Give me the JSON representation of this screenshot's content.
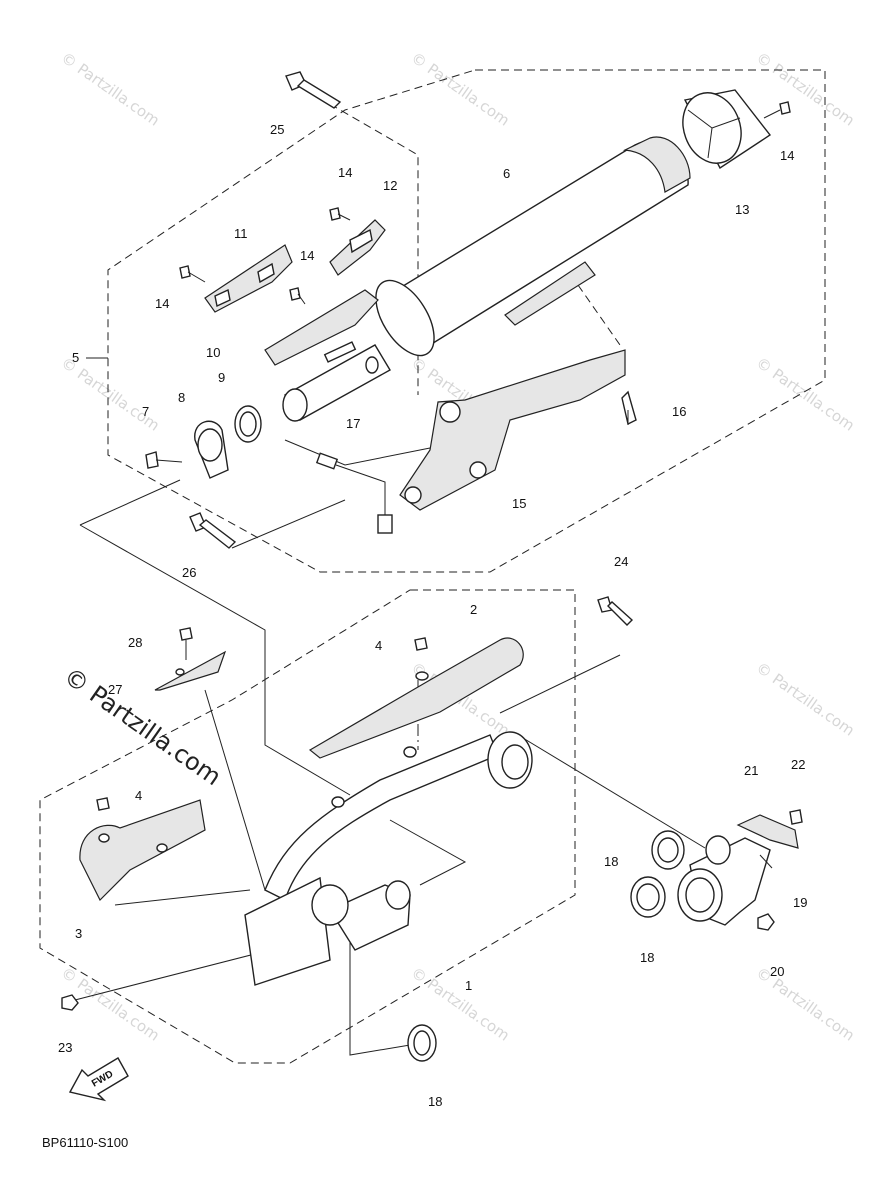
{
  "diagram": {
    "drawing_code": "BP61110-S100",
    "fwd_label": "FWD",
    "watermark_small": "© Partzilla.com",
    "watermark_main": "© Partzilla.com",
    "callouts": [
      {
        "id": "c1",
        "text": "1"
      },
      {
        "id": "c2",
        "text": "2"
      },
      {
        "id": "c3",
        "text": "3"
      },
      {
        "id": "c4a",
        "text": "4"
      },
      {
        "id": "c4b",
        "text": "4"
      },
      {
        "id": "c5",
        "text": "5"
      },
      {
        "id": "c6",
        "text": "6"
      },
      {
        "id": "c7",
        "text": "7"
      },
      {
        "id": "c8",
        "text": "8"
      },
      {
        "id": "c9",
        "text": "9"
      },
      {
        "id": "c10",
        "text": "10"
      },
      {
        "id": "c11",
        "text": "11"
      },
      {
        "id": "c12",
        "text": "12"
      },
      {
        "id": "c13",
        "text": "13"
      },
      {
        "id": "c14a",
        "text": "14"
      },
      {
        "id": "c14b",
        "text": "14"
      },
      {
        "id": "c14c",
        "text": "14"
      },
      {
        "id": "c14d",
        "text": "14"
      },
      {
        "id": "c15",
        "text": "15"
      },
      {
        "id": "c16",
        "text": "16"
      },
      {
        "id": "c17",
        "text": "17"
      },
      {
        "id": "c18a",
        "text": "18"
      },
      {
        "id": "c18b",
        "text": "18"
      },
      {
        "id": "c18c",
        "text": "18"
      },
      {
        "id": "c19",
        "text": "19"
      },
      {
        "id": "c20",
        "text": "20"
      },
      {
        "id": "c21",
        "text": "21"
      },
      {
        "id": "c22",
        "text": "22"
      },
      {
        "id": "c23",
        "text": "23"
      },
      {
        "id": "c24",
        "text": "24"
      },
      {
        "id": "c25",
        "text": "25"
      },
      {
        "id": "c26",
        "text": "26"
      },
      {
        "id": "c27",
        "text": "27"
      },
      {
        "id": "c28",
        "text": "28"
      }
    ]
  }
}
